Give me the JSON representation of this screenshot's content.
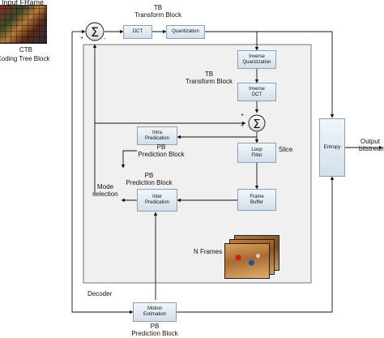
{
  "input_frame_label": "Input FRame",
  "ctb_label": "CTB",
  "ctb_desc": "Coding Tree Block",
  "tb_top": {
    "line1": "TB",
    "line2": "Transform Block"
  },
  "tb_inner": {
    "line1": "TB",
    "line2": "Transform Block"
  },
  "plus_sign": "+",
  "minus_sign": "-",
  "blocks": {
    "dct": "DCT",
    "quantization": "Quantization",
    "inverse_quant": {
      "line1": "Inverse",
      "line2": "Quanzization"
    },
    "inverse_dct": {
      "line1": "Inverse",
      "line2": "DCT"
    },
    "intra_pred": {
      "line1": "Intra",
      "line2": "Predication"
    },
    "loop_filter": {
      "line1": "Loop",
      "line2": "Filter"
    },
    "inter_pred": {
      "line1": "Inter",
      "line2": "Predication"
    },
    "frame_buffer": {
      "line1": "Frame",
      "line2": "Buffer"
    },
    "motion_est": {
      "line1": "Motion",
      "line2": "Estimation"
    },
    "entropy": "Entropy"
  },
  "pb_intra": {
    "line1": "PB",
    "line2": "Prediction Block"
  },
  "pb_inter": {
    "line1": "PB",
    "line2": "Prediction Block"
  },
  "pb_bottom": {
    "line1": "PB",
    "line2": "Prediction Block"
  },
  "slice_label": "Slice",
  "mode_selection": {
    "line1": "Mode",
    "line2": "selection"
  },
  "n_frames": "N Frames",
  "decoder_label": "Decoder",
  "output_label": {
    "line1": "Output",
    "line2": "bitstream"
  }
}
